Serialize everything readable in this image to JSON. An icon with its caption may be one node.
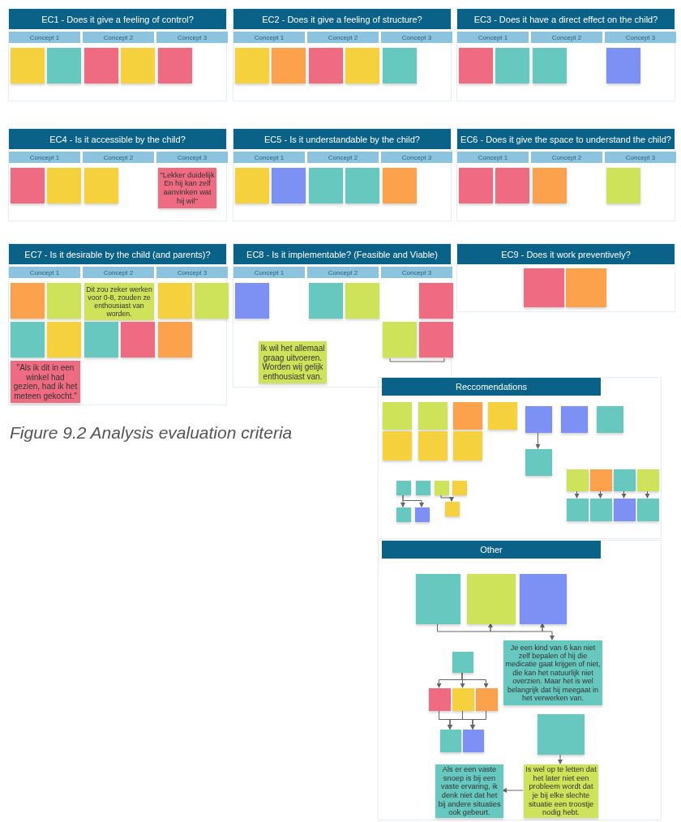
{
  "diagram": {
    "caption": "Figure 9.2 Analysis evaluation criteria",
    "nodes": [
      {
        "text": [
          "EC1 - Does it give a feeling of control?"
        ]
      },
      {
        "text": [
          "Concept 1"
        ],
        "in": 0
      },
      {
        "text": [
          "Concept 2"
        ],
        "in": 0
      },
      {
        "text": [
          "Concept 3"
        ],
        "in": 0
      },
      {
        "text": [],
        "shape": "box",
        "in": 0
      },
      {
        "text": [],
        "shape": "box",
        "in": 0
      },
      {
        "text": [],
        "shape": "box",
        "in": 0
      },
      {
        "text": [],
        "shape": "box",
        "in": 0
      },
      {
        "text": [],
        "shape": "box",
        "in": 0
      },
      {
        "text": [
          "EC2 - Does it give a feeling of structure?"
        ]
      },
      {
        "text": [
          "Concept 1"
        ],
        "in": 9
      },
      {
        "text": [
          "Concept 2"
        ],
        "in": 9
      },
      {
        "text": [
          "Concept 3"
        ],
        "in": 9
      },
      {
        "text": [],
        "shape": "box",
        "in": 9
      },
      {
        "text": [],
        "shape": "box",
        "in": 9
      },
      {
        "text": [],
        "shape": "box",
        "in": 9
      },
      {
        "text": [],
        "shape": "box",
        "in": 9
      },
      {
        "text": [],
        "shape": "box",
        "in": 9
      },
      {
        "text": [
          "EC3 - Does it have a direct effect on the child?"
        ]
      },
      {
        "text": [
          "Concept 1"
        ],
        "in": 18
      },
      {
        "text": [
          "Concept 2"
        ],
        "in": 18
      },
      {
        "text": [
          "Concept 3"
        ],
        "in": 18
      },
      {
        "text": [],
        "shape": "box",
        "in": 18
      },
      {
        "text": [],
        "shape": "box",
        "in": 18
      },
      {
        "text": [],
        "shape": "box",
        "in": 18
      },
      {
        "text": [],
        "shape": "box",
        "in": 18
      },
      {
        "text": [
          "EC4 - Is it accessible by the child?"
        ]
      },
      {
        "text": [
          "Concept 1"
        ],
        "in": 26
      },
      {
        "text": [
          "Concept 2"
        ],
        "in": 26
      },
      {
        "text": [
          "Concept 3"
        ],
        "in": 26
      },
      {
        "text": [],
        "shape": "box",
        "in": 26
      },
      {
        "text": [],
        "shape": "box",
        "in": 26
      },
      {
        "text": [],
        "shape": "box",
        "in": 26
      },
      {
        "text": [
          "\"Lekker duidelijk En hij kan zelf aanvinken wat hij wil\""
        ],
        "in": 26
      },
      {
        "text": [
          "EC5 - Is it understandable by the child?"
        ]
      },
      {
        "text": [
          "Concept 1"
        ],
        "in": 34
      },
      {
        "text": [
          "Concept 2"
        ],
        "in": 34
      },
      {
        "text": [
          "Concept 3"
        ],
        "in": 34
      },
      {
        "text": [],
        "shape": "box",
        "in": 34
      },
      {
        "text": [],
        "shape": "box",
        "in": 34
      },
      {
        "text": [],
        "shape": "box",
        "in": 34
      },
      {
        "text": [],
        "shape": "box",
        "in": 34
      },
      {
        "text": [],
        "shape": "box",
        "in": 34
      },
      {
        "text": [
          "EC6 - Does it give the space to understand the child?"
        ]
      },
      {
        "text": [
          "Concept 1"
        ],
        "in": 43
      },
      {
        "text": [
          "Concept 2"
        ],
        "in": 43
      },
      {
        "text": [
          "Concept 3"
        ],
        "in": 43
      },
      {
        "text": [],
        "shape": "box",
        "in": 43
      },
      {
        "text": [],
        "shape": "box",
        "in": 43
      },
      {
        "text": [],
        "shape": "box",
        "in": 43
      },
      {
        "text": [],
        "shape": "box",
        "in": 43
      },
      {
        "text": [
          "EC7 - Is it desirable by the child (and parents)?"
        ]
      },
      {
        "text": [
          "Concept 1"
        ],
        "in": 51
      },
      {
        "text": [
          "Concept 2"
        ],
        "in": 51
      },
      {
        "text": [
          "Concept 3"
        ],
        "in": 51
      },
      {
        "text": [],
        "shape": "box",
        "in": 51
      },
      {
        "text": [],
        "shape": "box",
        "in": 51
      },
      {
        "text": [],
        "shape": "box",
        "in": 51
      },
      {
        "text": [],
        "shape": "box",
        "in": 51
      },
      {
        "text": [
          "\"Als ik dit in een winkel had gezien, had ik het meteen gekocht.\""
        ],
        "in": 51
      },
      {
        "text": [
          "Dit zou zeker werken voor 0-8, zouden ze enthousiast van worden."
        ],
        "in": 51
      },
      {
        "text": [],
        "shape": "box",
        "in": 51
      },
      {
        "text": [],
        "shape": "box",
        "in": 51
      },
      {
        "text": [],
        "shape": "box",
        "in": 51
      },
      {
        "text": [],
        "shape": "box",
        "in": 51
      },
      {
        "text": [],
        "shape": "box",
        "in": 51
      },
      {
        "text": [
          "EC8 - Is it implementable? (Feasible and Viable)"
        ]
      },
      {
        "text": [
          "Concept 1"
        ],
        "in": 66
      },
      {
        "text": [
          "Concept 2"
        ],
        "in": 66
      },
      {
        "text": [
          "Concept 3"
        ],
        "in": 66
      },
      {
        "text": [],
        "shape": "box",
        "in": 66
      },
      {
        "text": [
          "Ik wil het allemaal graag uitvoeren. Worden wij gelijk enthousiast van."
        ],
        "in": 66
      },
      {
        "text": [],
        "shape": "box",
        "in": 66
      },
      {
        "text": [],
        "shape": "box",
        "in": 66
      },
      {
        "text": [],
        "shape": "box",
        "in": 66
      },
      {
        "text": [],
        "shape": "box",
        "in": 66
      },
      {
        "text": [],
        "shape": "box",
        "in": 66
      },
      {
        "text": [
          "EC9 - Does it work preventively?"
        ]
      },
      {
        "text": [],
        "shape": "box",
        "in": 77
      },
      {
        "text": [],
        "shape": "box",
        "in": 77
      },
      {
        "text": [
          "Reccomendations"
        ]
      },
      {
        "text": [],
        "shape": "box",
        "in": 80
      },
      {
        "text": [],
        "shape": "box",
        "in": 80
      },
      {
        "text": [],
        "shape": "box",
        "in": 80
      },
      {
        "text": [],
        "shape": "box",
        "in": 80
      },
      {
        "text": [],
        "shape": "box",
        "in": 80
      },
      {
        "text": [],
        "shape": "box",
        "in": 80
      },
      {
        "text": [],
        "shape": "box",
        "in": 80
      },
      {
        "text": [],
        "shape": "box",
        "in": 80
      },
      {
        "text": [],
        "shape": "box",
        "in": 80
      },
      {
        "text": [],
        "shape": "box",
        "in": 80
      },
      {
        "text": [],
        "shape": "box",
        "in": 80
      },
      {
        "text": [],
        "shape": "box",
        "in": 80
      },
      {
        "text": [],
        "shape": "box",
        "in": 80
      },
      {
        "text": [],
        "shape": "box",
        "in": 80
      },
      {
        "text": [],
        "shape": "box",
        "in": 80
      },
      {
        "text": [],
        "shape": "box",
        "in": 80
      },
      {
        "text": [],
        "shape": "box",
        "in": 80
      },
      {
        "text": [],
        "shape": "box",
        "in": 80
      },
      {
        "text": [],
        "shape": "box",
        "in": 80
      },
      {
        "text": [],
        "shape": "box",
        "in": 80
      },
      {
        "text": [],
        "shape": "box",
        "in": 80
      },
      {
        "text": [],
        "shape": "box",
        "in": 80
      },
      {
        "text": [],
        "shape": "box",
        "in": 80
      },
      {
        "text": [],
        "shape": "box",
        "in": 80
      },
      {
        "text": [],
        "shape": "box",
        "in": 80
      },
      {
        "text": [],
        "shape": "box",
        "in": 80
      },
      {
        "text": [
          "Other"
        ]
      },
      {
        "text": [],
        "shape": "box",
        "in": 107
      },
      {
        "text": [],
        "shape": "box",
        "in": 107
      },
      {
        "text": [],
        "shape": "box",
        "in": 107
      },
      {
        "text": [
          "Je een kind van 6 kan niet zelf bepalen of hij die medicatie gaat krijgen of niet, die kan het natuurlijk niet overzien. Maar het is wel belangrijk dat hij meegaat in het verwerken van."
        ],
        "in": 107
      },
      {
        "text": [],
        "shape": "box",
        "in": 107
      },
      {
        "text": [],
        "shape": "box",
        "in": 107
      },
      {
        "text": [],
        "shape": "box",
        "in": 107
      },
      {
        "text": [],
        "shape": "box",
        "in": 107
      },
      {
        "text": [],
        "shape": "box",
        "in": 107
      },
      {
        "text": [],
        "shape": "box",
        "in": 107
      },
      {
        "text": [],
        "shape": "box",
        "in": 107
      },
      {
        "text": [
          "Als er een vaste snoep is bij een vaste ervaring, ik denk niet dat het bij andere situaties ook gebeurt."
        ],
        "in": 107
      },
      {
        "text": [
          "Is wel op te letten dat het later niet een probleem wordt dat je bij elke slechte situatie een troostje nodig hebt."
        ],
        "in": 107
      }
    ],
    "edges": [
      {
        "from": 88,
        "to": 91,
        "arrow": "to"
      },
      {
        "from": 92,
        "to": 96,
        "arrow": "to"
      },
      {
        "from": 92,
        "to": 97,
        "arrow": "to"
      },
      {
        "from": 94,
        "to": 98,
        "arrow": "to"
      },
      {
        "from": 99,
        "to": 103,
        "arrow": "to"
      },
      {
        "from": 100,
        "to": 104,
        "arrow": "to"
      },
      {
        "from": 101,
        "to": 105,
        "arrow": "to"
      },
      {
        "from": 102,
        "to": 106,
        "arrow": "to"
      },
      {
        "from": 108,
        "to": 109,
        "arrow": "to"
      },
      {
        "from": 109,
        "to": 110,
        "arrow": "to"
      },
      {
        "from": 110,
        "to": 111,
        "arrow": "to"
      },
      {
        "from": 112,
        "to": 113,
        "arrow": "to"
      },
      {
        "from": 112,
        "to": 114,
        "arrow": "to"
      },
      {
        "from": 112,
        "to": 115,
        "arrow": "to"
      },
      {
        "from": 113,
        "to": 116,
        "arrow": "to"
      },
      {
        "from": 113,
        "to": 117,
        "arrow": "to"
      },
      {
        "from": 114,
        "to": 116,
        "arrow": "to"
      },
      {
        "from": 114,
        "to": 117,
        "arrow": "to"
      },
      {
        "from": 115,
        "to": 116,
        "arrow": "to"
      },
      {
        "from": 115,
        "to": 117,
        "arrow": "to"
      },
      {
        "from": 118,
        "to": 120,
        "arrow": "to"
      },
      {
        "from": 120,
        "to": 119,
        "arrow": "to"
      }
    ]
  }
}
